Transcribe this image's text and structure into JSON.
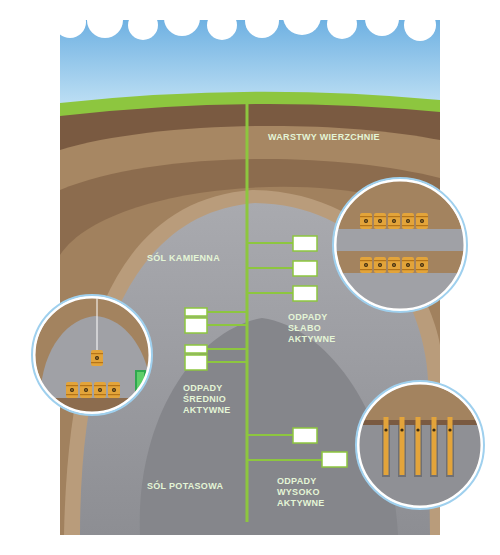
{
  "diagram": {
    "nodes": [
      {
        "text": [
          "WARSTWY WIERZCHNIE"
        ]
      },
      {
        "text": [
          "SÓL KAMIENNA"
        ]
      },
      {
        "text": [
          "SÓL POTASOWA"
        ],
        "in": 1
      }
    ],
    "labels": [
      "ODPADY SŁABO AKTYWNE",
      "ODPADY ŚREDNIO AKTYWNE",
      "ODPADY WYSOKO AKTYWNE"
    ]
  }
}
